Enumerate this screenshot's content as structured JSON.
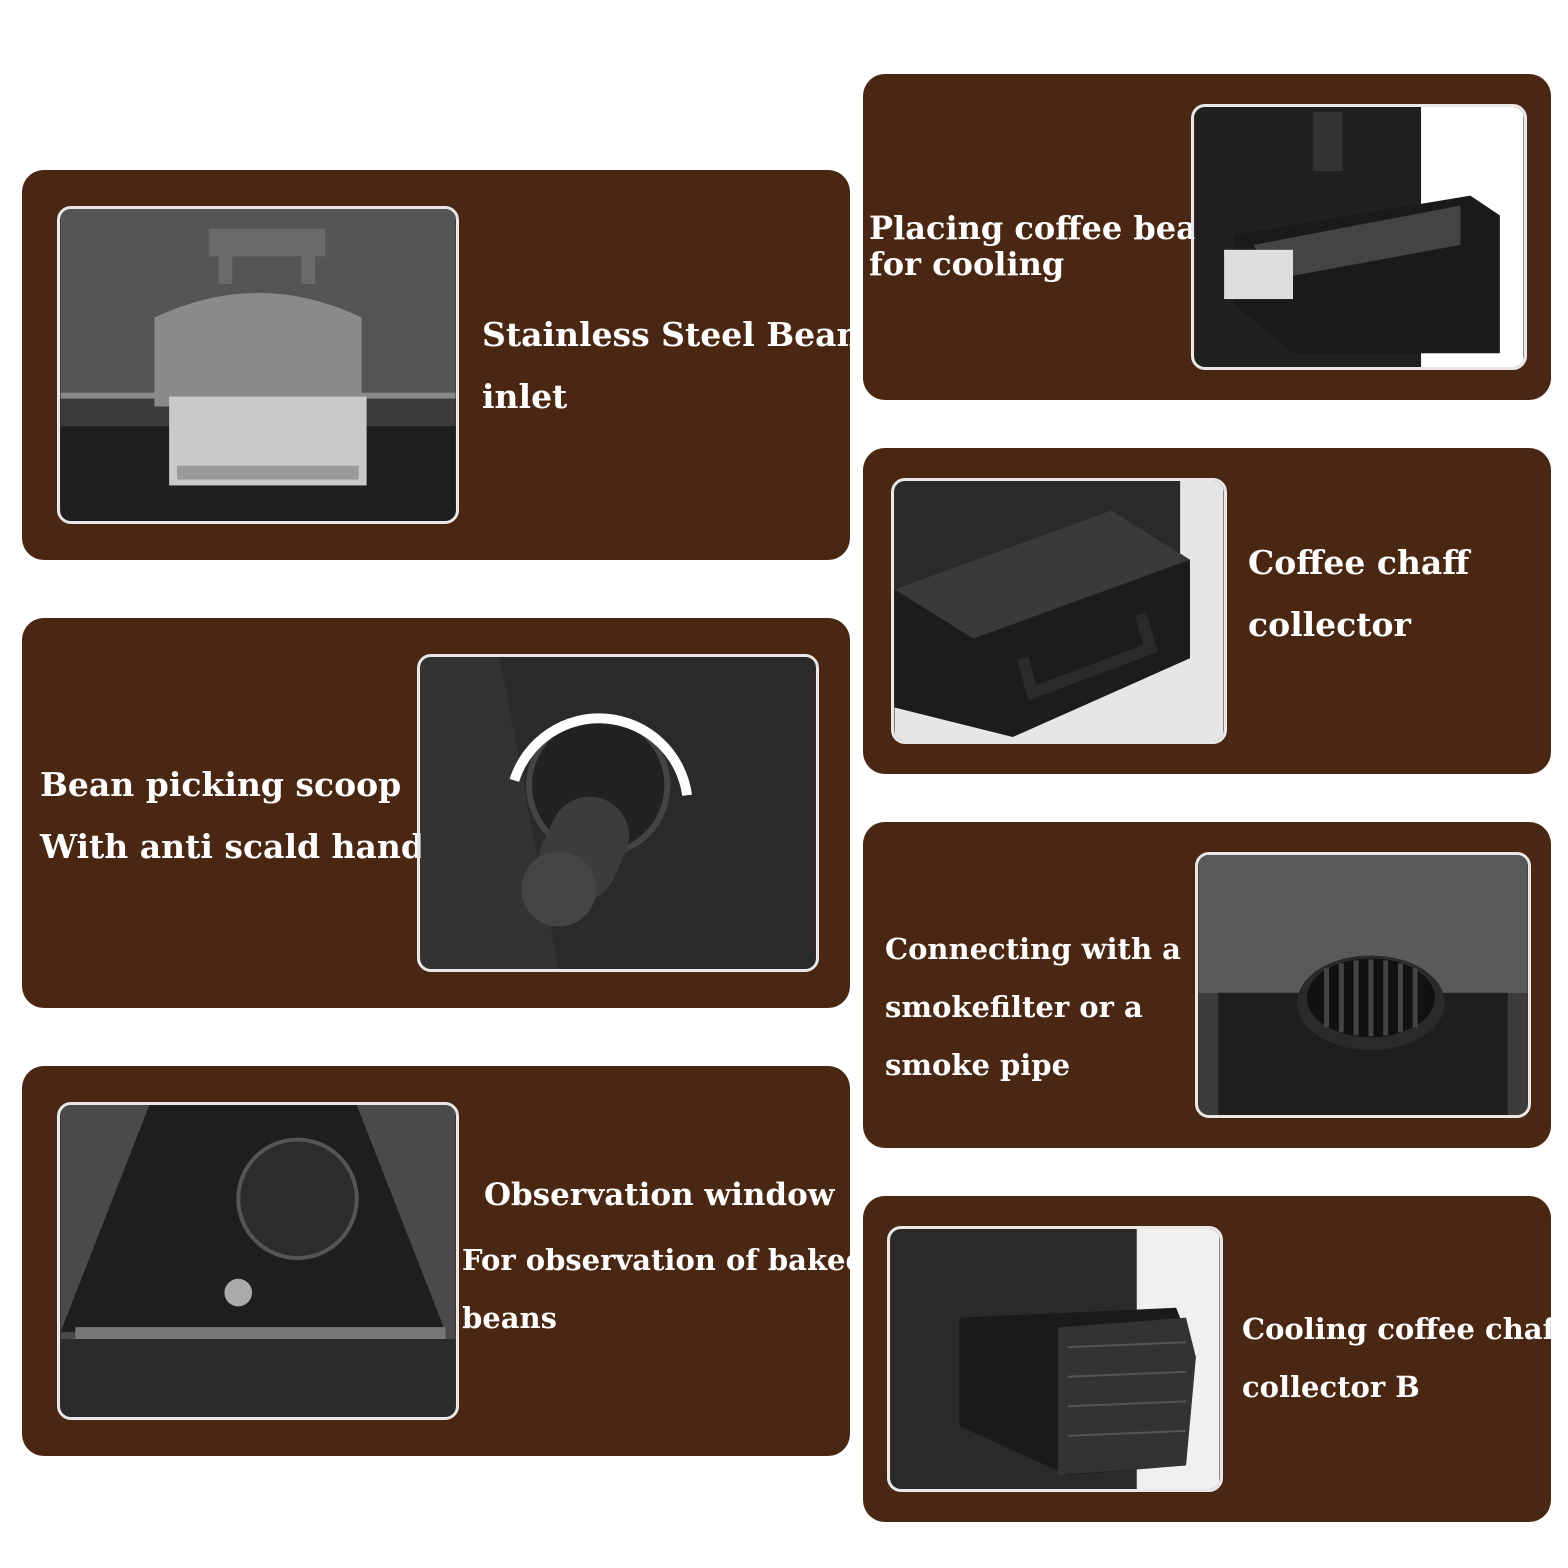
{
  "brand": {
    "card_color": "#4a2712"
  },
  "features": {
    "bean_inlet": {
      "line1": "Stainless Steel Bean",
      "line2": "inlet",
      "icon": "bean-inlet-photo"
    },
    "scoop": {
      "line1": "Bean picking scoop",
      "line2": "With anti scald handle",
      "icon": "scoop-knob-photo"
    },
    "window": {
      "line1": "Observation window",
      "line2": "For observation of baked",
      "line3": "beans",
      "icon": "observation-window-photo"
    },
    "cooling": {
      "line1": "Placing coffee beans",
      "line2": "for cooling",
      "icon": "cooling-tray-photo"
    },
    "chaff": {
      "line1": "Coffee chaff",
      "line2": "collector",
      "icon": "chaff-drawer-photo"
    },
    "smoke": {
      "line1": "Connecting with a",
      "line2": "smokefilter or a",
      "line3": "smoke pipe",
      "icon": "smoke-outlet-photo"
    },
    "collector_b": {
      "line1": "Cooling coffee chaff",
      "line2": "collector B",
      "icon": "collector-b-photo"
    }
  }
}
